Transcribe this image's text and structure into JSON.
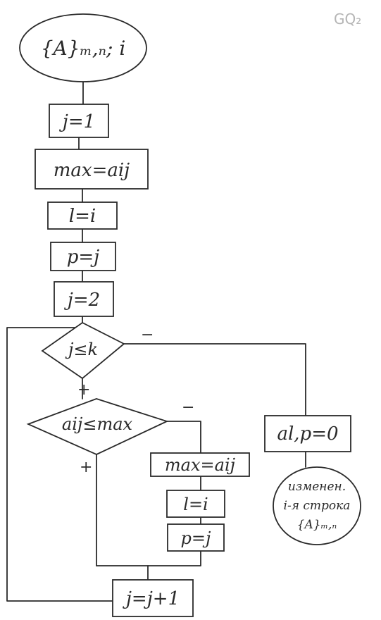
{
  "corner_mark": "GQ₂",
  "nodes": {
    "start": "{A}ₘ,ₙ; i",
    "j1": "j=1",
    "max_init": "max=aij",
    "l_init": "l=i",
    "p_init": "p=j",
    "j2": "j=2",
    "cond_j": "j≤k",
    "cond_a": "aij≤max",
    "max_upd": "max=aij",
    "l_upd": "l=i",
    "p_upd": "p=j",
    "j_inc": "j=j+1",
    "zero": "al,p=0",
    "end_line1": "изменен.",
    "end_line2": "i-я строка",
    "end_line3": "{A}ₘ,ₙ"
  },
  "branch_labels": {
    "cond_j_false": "−",
    "cond_j_true": "+",
    "cond_a_false": "−",
    "cond_a_true": "+"
  }
}
